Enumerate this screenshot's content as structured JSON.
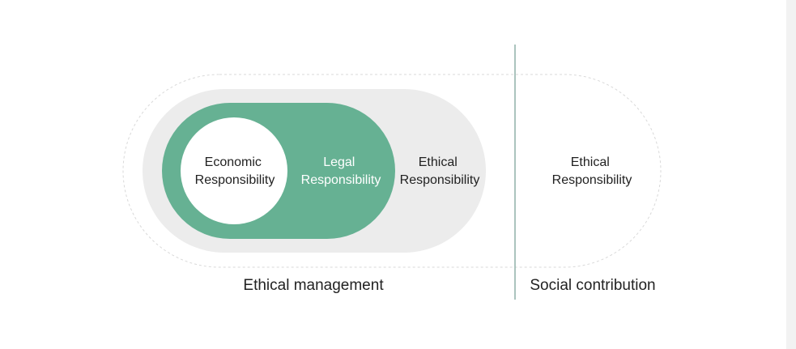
{
  "diagram": {
    "economic": {
      "line1": "Economic",
      "line2": "Responsibility"
    },
    "legal": {
      "line1": "Legal",
      "line2": "Responsibility"
    },
    "ethical_inner": {
      "line1": "Ethical",
      "line2": "Responsibility"
    },
    "ethical_outer": {
      "line1": "Ethical",
      "line2": "Responsibility"
    },
    "captions": {
      "left": "Ethical management",
      "right": "Social contribution"
    }
  },
  "colors": {
    "green_pill": "#66b193",
    "gray_pill": "#ececec",
    "white_circle": "#ffffff",
    "divider": "#8fb1a8",
    "dashed_outline": "#d9d9d9",
    "text_dark": "#222222",
    "text_light": "#ffffff",
    "scroll_strip": "#f2f2f2"
  }
}
